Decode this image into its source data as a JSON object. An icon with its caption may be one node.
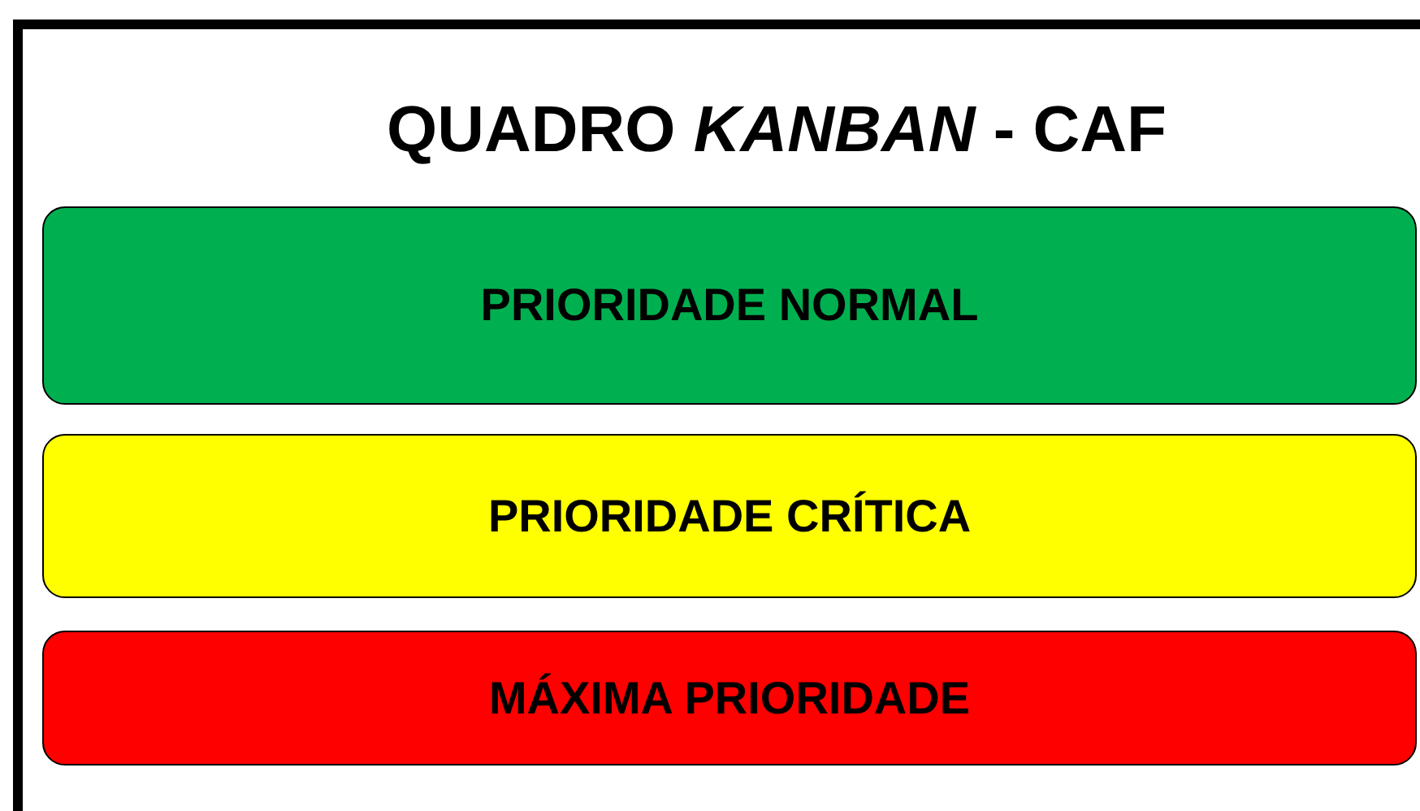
{
  "diagram": {
    "title": "QUADRO *KANBAN* - CAF",
    "nodes": [
      {
        "text": [
          "PRIORIDADE NORMAL"
        ]
      },
      {
        "text": [
          "PRIORIDADE CRÍTICA"
        ]
      },
      {
        "text": [
          "MÁXIMA PRIORIDADE"
        ]
      }
    ]
  }
}
